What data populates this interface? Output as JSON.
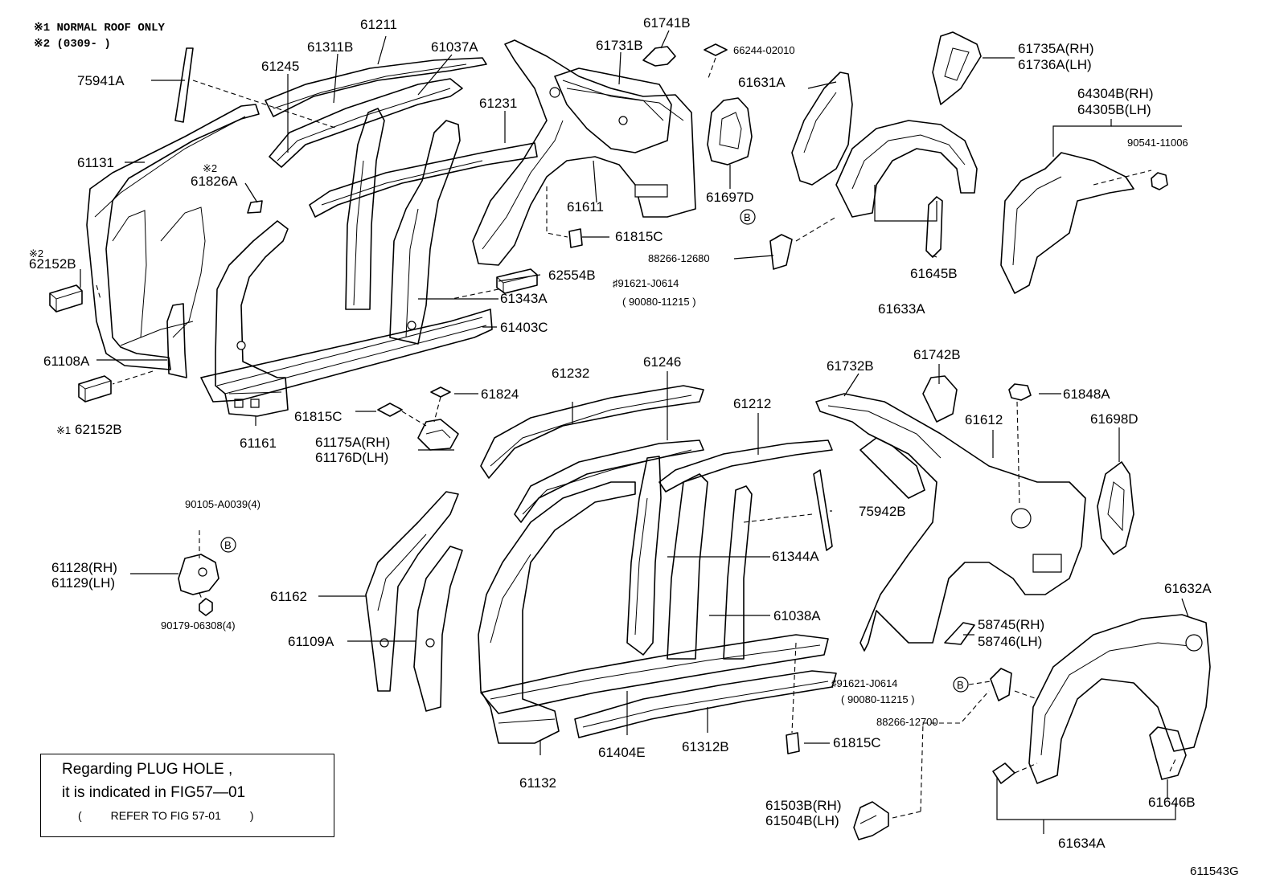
{
  "notes": {
    "normal_roof": "※1 NORMAL ROOF ONLY",
    "date_range": "※2 (0309-     )",
    "mark_2a": "※2",
    "mark_2b": "※2",
    "mark_1": "※1"
  },
  "plug_hole_note": {
    "line1": "Regarding PLUG HOLE ,",
    "line2": "it is indicated in FIG57—01",
    "line3_open": "(",
    "line3_text": "REFER TO FIG 57-01",
    "line3_close": ")"
  },
  "figure_code": "611543G",
  "parts": {
    "p61211": "61211",
    "p61311B": "61311B",
    "p61037A": "61037A",
    "p75941A": "75941A",
    "p61245": "61245",
    "p61231": "61231",
    "p61131": "61131",
    "p61826A": "61826A",
    "p62152B_a": "62152B",
    "p62152B_b": "62152B",
    "p61108A": "61108A",
    "p61161": "61161",
    "p62554B": "62554B",
    "p61343A": "61343A",
    "p61403C": "61403C",
    "p61741B": "61741B",
    "p61731B": "61731B",
    "p66244": "66244-02010",
    "p61611": "61611",
    "p61697D": "61697D",
    "p61815C_a": "61815C",
    "p88266_12680": "88266-12680",
    "p91621_a": "♯91621-J0614",
    "p90080_a": "( 90080-11215 )",
    "p61631A": "61631A",
    "p61645B": "61645B",
    "p61633A": "61633A",
    "p61735A": "61735A(RH)",
    "p61736A": "61736A(LH)",
    "p64304B": "64304B(RH)",
    "p64305B": "64305B(LH)",
    "p90541": "90541-11006",
    "p61824": "61824",
    "p61815C_b": "61815C",
    "p61175A": "61175A(RH)",
    "p61176D": "61176D(LH)",
    "p61232": "61232",
    "p61246": "61246",
    "p61212": "61212",
    "p61732B": "61732B",
    "p61742B": "61742B",
    "p61848A": "61848A",
    "p61612": "61612",
    "p61698D": "61698D",
    "p90105": "90105-A0039(4)",
    "p61128": "61128(RH)",
    "p61129": "61129(LH)",
    "p90179": "90179-06308(4)",
    "p61162": "61162",
    "p61109A": "61109A",
    "p75942B": "75942B",
    "p61344A": "61344A",
    "p61038A": "61038A",
    "p61132": "61132",
    "p61404E": "61404E",
    "p61312B": "61312B",
    "p61815C_c": "61815C",
    "p58745": "58745(RH)",
    "p58746": "58746(LH)",
    "p91621_b": "♯91621-J0614",
    "p90080_b": "( 90080-11215 )",
    "p88266_12700": "88266-12700",
    "p61632A": "61632A",
    "p61646B": "61646B",
    "p61634A": "61634A",
    "p61503B": "61503B(RH)",
    "p61504B": "61504B(LH)",
    "bolt_mark": "B"
  }
}
